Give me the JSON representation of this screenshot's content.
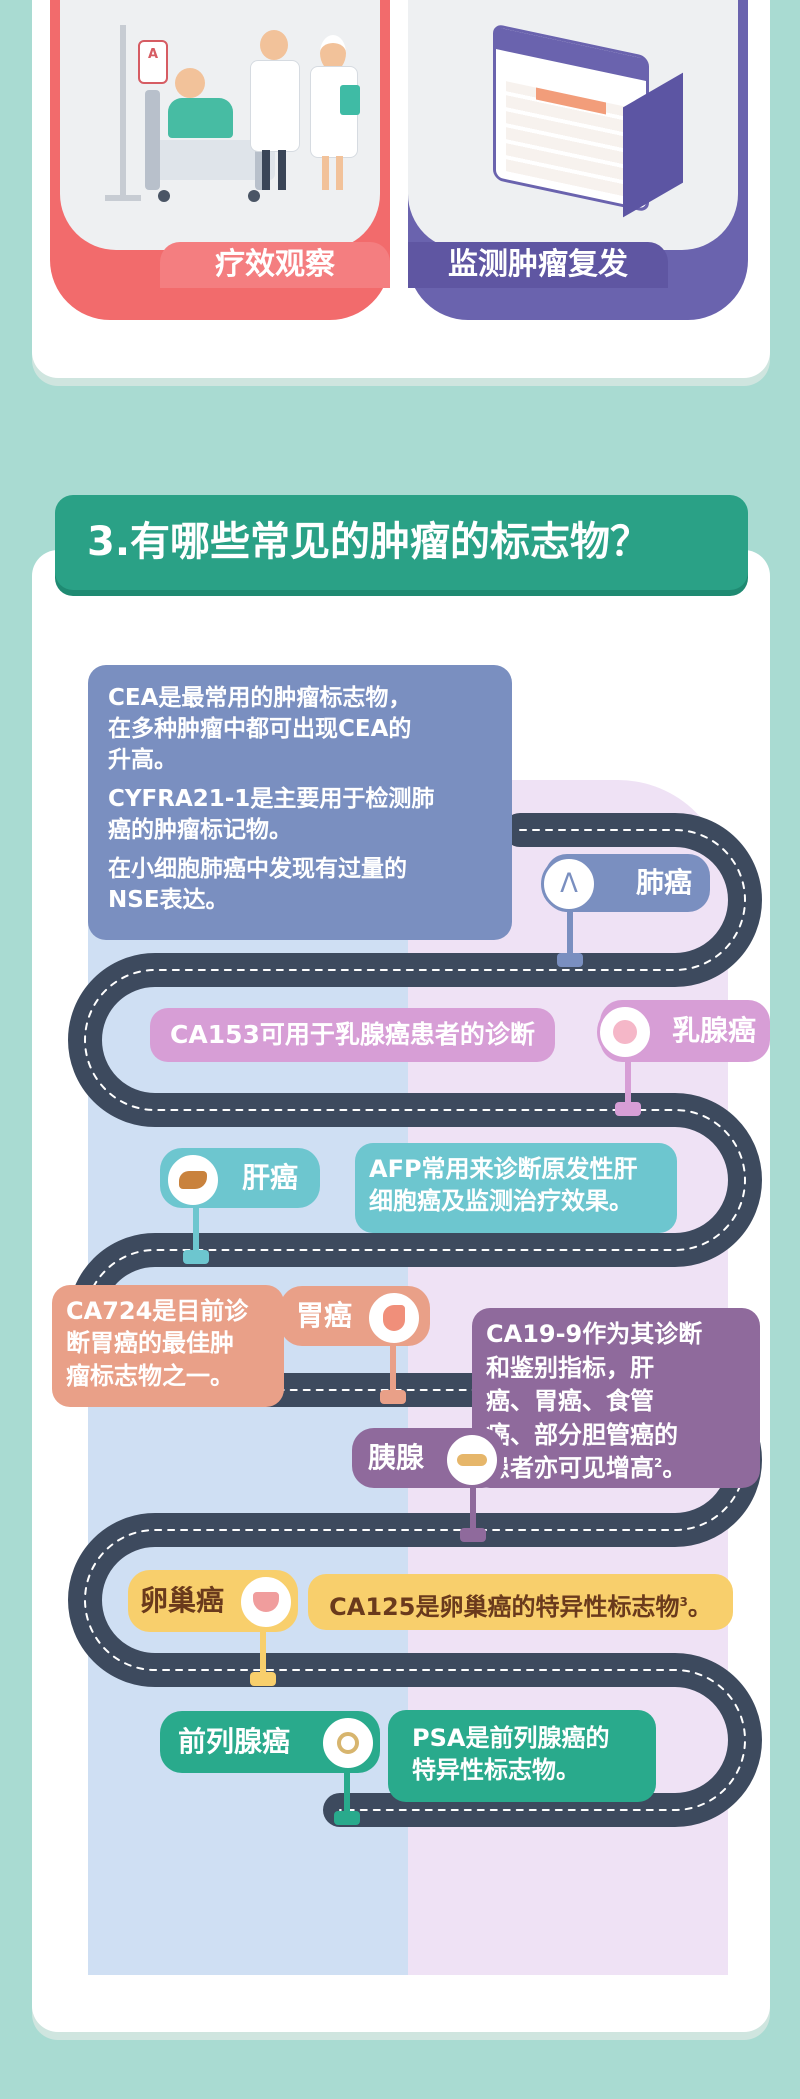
{
  "top_panels": {
    "left_label": "疗效观察",
    "right_label": "监测肿瘤复发"
  },
  "section": {
    "title": "3.有哪些常见的肿瘤的标志物？"
  },
  "markers": {
    "lung": {
      "tag": "肺癌",
      "lines": [
        "CEA是最常用的肿瘤标志物，",
        "在多种肿瘤中都可出现CEA的",
        "升高。",
        "CYFRA21-1是主要用于检测肺",
        "癌的肿瘤标记物。",
        "在小细胞肺癌中发现有过量的",
        "NSE表达。"
      ]
    },
    "breast": {
      "tag": "乳腺癌",
      "text": "CA153可用于乳腺癌患者的诊断"
    },
    "liver": {
      "tag": "肝癌",
      "lines": [
        "AFP常用来诊断原发性肝",
        "细胞癌及监测治疗效果。"
      ]
    },
    "stomach": {
      "tag": "胃癌",
      "lines": [
        "CA724是目前诊",
        "断胃癌的最佳肿",
        "瘤标志物之一。"
      ]
    },
    "pancreas": {
      "tag": "胰腺",
      "lines": [
        "CA19-9作为其诊断",
        "和鉴别指标，肝",
        "癌、胃癌、食管",
        "癌、部分胆管癌的",
        "患者亦可见增高"
      ],
      "sup": "2",
      "end": "。"
    },
    "ovary": {
      "tag": "卵巢癌",
      "text": "CA125是卵巢癌的特异性标志物",
      "sup": "3",
      "end": "。"
    },
    "prostate": {
      "tag": "前列腺癌",
      "lines": [
        "PSA是前列腺癌的",
        "特异性标志物。"
      ]
    }
  },
  "colors": {
    "lung": "#7a8fc0",
    "breast": "#d79ed6",
    "liver": "#6dc6cf",
    "stomach": "#e9a088",
    "pancreas": "#8f6a9c",
    "ovary": "#f8cf6c",
    "prostate": "#29aa8c",
    "road": "#3d4a5e",
    "teal": "#2aa186",
    "red": "#ee5b63",
    "purple": "#5f56a2"
  }
}
